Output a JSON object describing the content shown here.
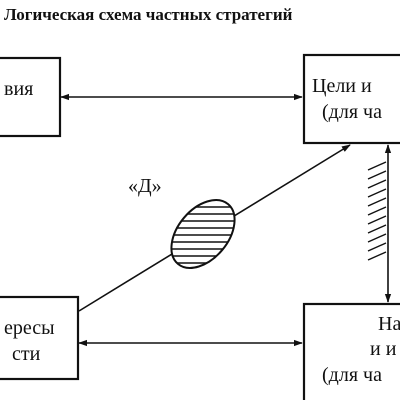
{
  "title": "Логическая схема частных стратегий",
  "boxes": {
    "top_left": {
      "line1": "вия"
    },
    "top_right": {
      "line1": "Цели и",
      "line2": "(для ча"
    },
    "bottom_left": {
      "line1": "ересы",
      "line2": "сти"
    },
    "bottom_right": {
      "line1": "На",
      "line2": "и и",
      "line3": "(для ча"
    }
  },
  "d_label": "«Д»"
}
